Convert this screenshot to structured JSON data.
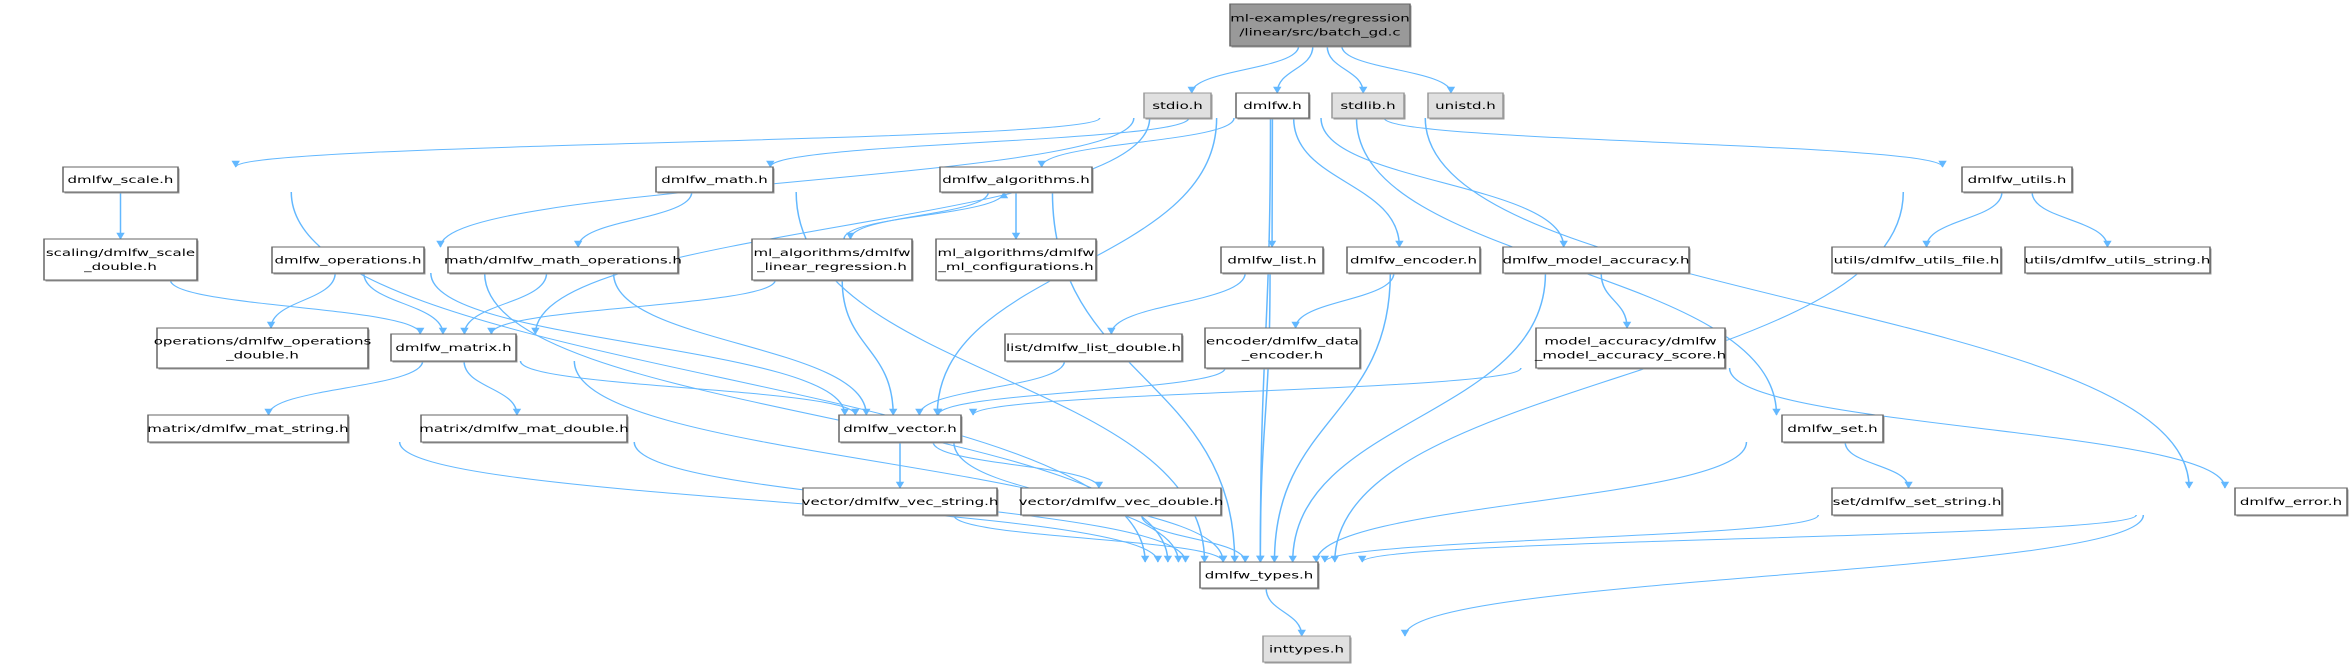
{
  "colors": {
    "edge": "#63b8ff",
    "root_fill": "#999999",
    "system_fill": "#e0e0e0",
    "node_fill": "#ffffff"
  },
  "nodes": [
    {
      "id": "root",
      "label": [
        "ml-examples/regression",
        "/linear/src/batch_gd.c"
      ],
      "kind": "root"
    },
    {
      "id": "stdio",
      "label": [
        "stdio.h"
      ],
      "kind": "sys"
    },
    {
      "id": "dmlfw",
      "label": [
        "dmlfw.h"
      ],
      "kind": "file"
    },
    {
      "id": "stdlib",
      "label": [
        "stdlib.h"
      ],
      "kind": "sys"
    },
    {
      "id": "unistd",
      "label": [
        "unistd.h"
      ],
      "kind": "sys"
    },
    {
      "id": "scale",
      "label": [
        "dmlfw_scale.h"
      ],
      "kind": "file"
    },
    {
      "id": "math",
      "label": [
        "dmlfw_math.h"
      ],
      "kind": "file"
    },
    {
      "id": "algorithms",
      "label": [
        "dmlfw_algorithms.h"
      ],
      "kind": "file"
    },
    {
      "id": "utils",
      "label": [
        "dmlfw_utils.h"
      ],
      "kind": "file"
    },
    {
      "id": "scale_double",
      "label": [
        "scaling/dmlfw_scale",
        "_double.h"
      ],
      "kind": "file"
    },
    {
      "id": "operations",
      "label": [
        "dmlfw_operations.h"
      ],
      "kind": "file"
    },
    {
      "id": "math_operations",
      "label": [
        "math/dmlfw_math_operations.h"
      ],
      "kind": "file"
    },
    {
      "id": "linear_regression",
      "label": [
        "ml_algorithms/dmlfw",
        "_linear_regression.h"
      ],
      "kind": "file"
    },
    {
      "id": "ml_configurations",
      "label": [
        "ml_algorithms/dmlfw",
        "_ml_configurations.h"
      ],
      "kind": "file"
    },
    {
      "id": "list",
      "label": [
        "dmlfw_list.h"
      ],
      "kind": "file"
    },
    {
      "id": "encoder",
      "label": [
        "dmlfw_encoder.h"
      ],
      "kind": "file"
    },
    {
      "id": "model_accuracy",
      "label": [
        "dmlfw_model_accuracy.h"
      ],
      "kind": "file"
    },
    {
      "id": "utils_file",
      "label": [
        "utils/dmlfw_utils_file.h"
      ],
      "kind": "file"
    },
    {
      "id": "utils_string",
      "label": [
        "utils/dmlfw_utils_string.h"
      ],
      "kind": "file"
    },
    {
      "id": "operations_double",
      "label": [
        "operations/dmlfw_operations",
        "_double.h"
      ],
      "kind": "file"
    },
    {
      "id": "matrix",
      "label": [
        "dmlfw_matrix.h"
      ],
      "kind": "file"
    },
    {
      "id": "list_double",
      "label": [
        "list/dmlfw_list_double.h"
      ],
      "kind": "file"
    },
    {
      "id": "data_encoder",
      "label": [
        "encoder/dmlfw_data",
        "_encoder.h"
      ],
      "kind": "file"
    },
    {
      "id": "accuracy_score",
      "label": [
        "model_accuracy/dmlfw",
        "_model_accuracy_score.h"
      ],
      "kind": "file"
    },
    {
      "id": "mat_string",
      "label": [
        "matrix/dmlfw_mat_string.h"
      ],
      "kind": "file"
    },
    {
      "id": "mat_double",
      "label": [
        "matrix/dmlfw_mat_double.h"
      ],
      "kind": "file"
    },
    {
      "id": "vector",
      "label": [
        "dmlfw_vector.h"
      ],
      "kind": "file"
    },
    {
      "id": "set",
      "label": [
        "dmlfw_set.h"
      ],
      "kind": "file"
    },
    {
      "id": "vec_string",
      "label": [
        "vector/dmlfw_vec_string.h"
      ],
      "kind": "file"
    },
    {
      "id": "vec_double",
      "label": [
        "vector/dmlfw_vec_double.h"
      ],
      "kind": "file"
    },
    {
      "id": "set_string",
      "label": [
        "set/dmlfw_set_string.h"
      ],
      "kind": "file"
    },
    {
      "id": "error",
      "label": [
        "dmlfw_error.h"
      ],
      "kind": "file"
    },
    {
      "id": "types",
      "label": [
        "dmlfw_types.h"
      ],
      "kind": "file"
    },
    {
      "id": "inttypes",
      "label": [
        "inttypes.h"
      ],
      "kind": "sys"
    }
  ],
  "edges": [
    [
      "root",
      "stdio"
    ],
    [
      "root",
      "dmlfw"
    ],
    [
      "root",
      "stdlib"
    ],
    [
      "root",
      "unistd"
    ],
    [
      "dmlfw",
      "scale"
    ],
    [
      "dmlfw",
      "math"
    ],
    [
      "dmlfw",
      "algorithms"
    ],
    [
      "dmlfw",
      "operations"
    ],
    [
      "dmlfw",
      "matrix"
    ],
    [
      "dmlfw",
      "vector"
    ],
    [
      "dmlfw",
      "list"
    ],
    [
      "dmlfw",
      "encoder"
    ],
    [
      "dmlfw",
      "model_accuracy"
    ],
    [
      "dmlfw",
      "set"
    ],
    [
      "dmlfw",
      "utils"
    ],
    [
      "dmlfw",
      "error"
    ],
    [
      "dmlfw",
      "types"
    ],
    [
      "scale",
      "scale_double"
    ],
    [
      "scale",
      "types"
    ],
    [
      "scale_double",
      "matrix"
    ],
    [
      "math",
      "math_operations"
    ],
    [
      "math",
      "types"
    ],
    [
      "math_operations",
      "matrix"
    ],
    [
      "math_operations",
      "vector"
    ],
    [
      "algorithms",
      "linear_regression"
    ],
    [
      "algorithms",
      "ml_configurations"
    ],
    [
      "algorithms",
      "types"
    ],
    [
      "linear_regression",
      "algorithms"
    ],
    [
      "linear_regression",
      "matrix"
    ],
    [
      "linear_regression",
      "vector"
    ],
    [
      "operations",
      "operations_double"
    ],
    [
      "operations",
      "matrix"
    ],
    [
      "operations",
      "vector"
    ],
    [
      "operations",
      "types"
    ],
    [
      "matrix",
      "mat_string"
    ],
    [
      "matrix",
      "mat_double"
    ],
    [
      "matrix",
      "vector"
    ],
    [
      "matrix",
      "types"
    ],
    [
      "list",
      "list_double"
    ],
    [
      "list",
      "types"
    ],
    [
      "list_double",
      "vector"
    ],
    [
      "encoder",
      "data_encoder"
    ],
    [
      "encoder",
      "types"
    ],
    [
      "data_encoder",
      "vector"
    ],
    [
      "model_accuracy",
      "accuracy_score"
    ],
    [
      "model_accuracy",
      "types"
    ],
    [
      "accuracy_score",
      "vector"
    ],
    [
      "accuracy_score",
      "error"
    ],
    [
      "mat_string",
      "types"
    ],
    [
      "mat_double",
      "types"
    ],
    [
      "vector",
      "vec_string"
    ],
    [
      "vector",
      "vec_double"
    ],
    [
      "vector",
      "types"
    ],
    [
      "vec_string",
      "types"
    ],
    [
      "vec_double",
      "types"
    ],
    [
      "utils",
      "utils_file"
    ],
    [
      "utils",
      "utils_string"
    ],
    [
      "utils",
      "types"
    ],
    [
      "set",
      "set_string"
    ],
    [
      "set",
      "types"
    ],
    [
      "set_string",
      "types"
    ],
    [
      "error",
      "types"
    ],
    [
      "error",
      "inttypes"
    ],
    [
      "types",
      "inttypes"
    ]
  ]
}
